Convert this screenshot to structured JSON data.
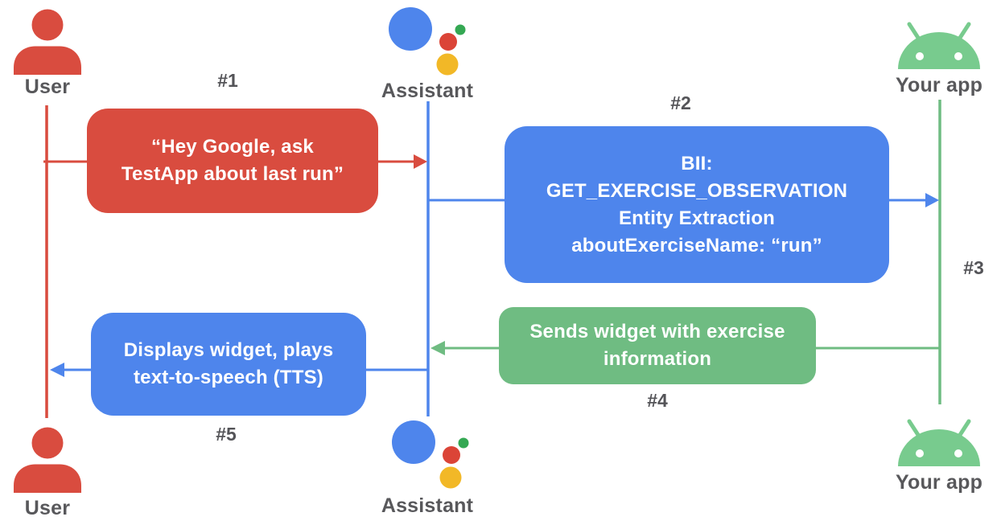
{
  "diagram_title": "Assistant app interaction sequence",
  "actors": {
    "user_top": {
      "label": "User"
    },
    "assistant_top": {
      "label": "Assistant"
    },
    "app_top": {
      "label": "Your app"
    },
    "user_bottom": {
      "label": "User"
    },
    "assistant_bottom": {
      "label": "Assistant"
    },
    "app_bottom": {
      "label": "Your app"
    }
  },
  "steps": {
    "s1": "#1",
    "s2": "#2",
    "s3": "#3",
    "s4": "#4",
    "s5": "#5"
  },
  "messages": {
    "m1": {
      "lines": [
        "“Hey Google, ask",
        "TestApp about last run”"
      ]
    },
    "m2": {
      "lines": [
        "BII:",
        "GET_EXERCISE_OBSERVATION",
        "Entity Extraction",
        "aboutExerciseName: “run”"
      ]
    },
    "m4": {
      "lines": [
        "Sends widget with exercise",
        "information"
      ]
    },
    "m5": {
      "lines": [
        "Displays widget, plays",
        "text-to-speech (TTS)"
      ]
    }
  },
  "colors": {
    "red": "#d94c3f",
    "blue": "#4e85ec",
    "green": "#6fbc82",
    "android_green": "#78cb8e",
    "assistant_blue": "#4e85ec",
    "assistant_red": "#db4437",
    "assistant_green": "#34a853",
    "assistant_yellow": "#f2b827",
    "label_gray": "#58585b",
    "message_text": "#ffffff"
  }
}
